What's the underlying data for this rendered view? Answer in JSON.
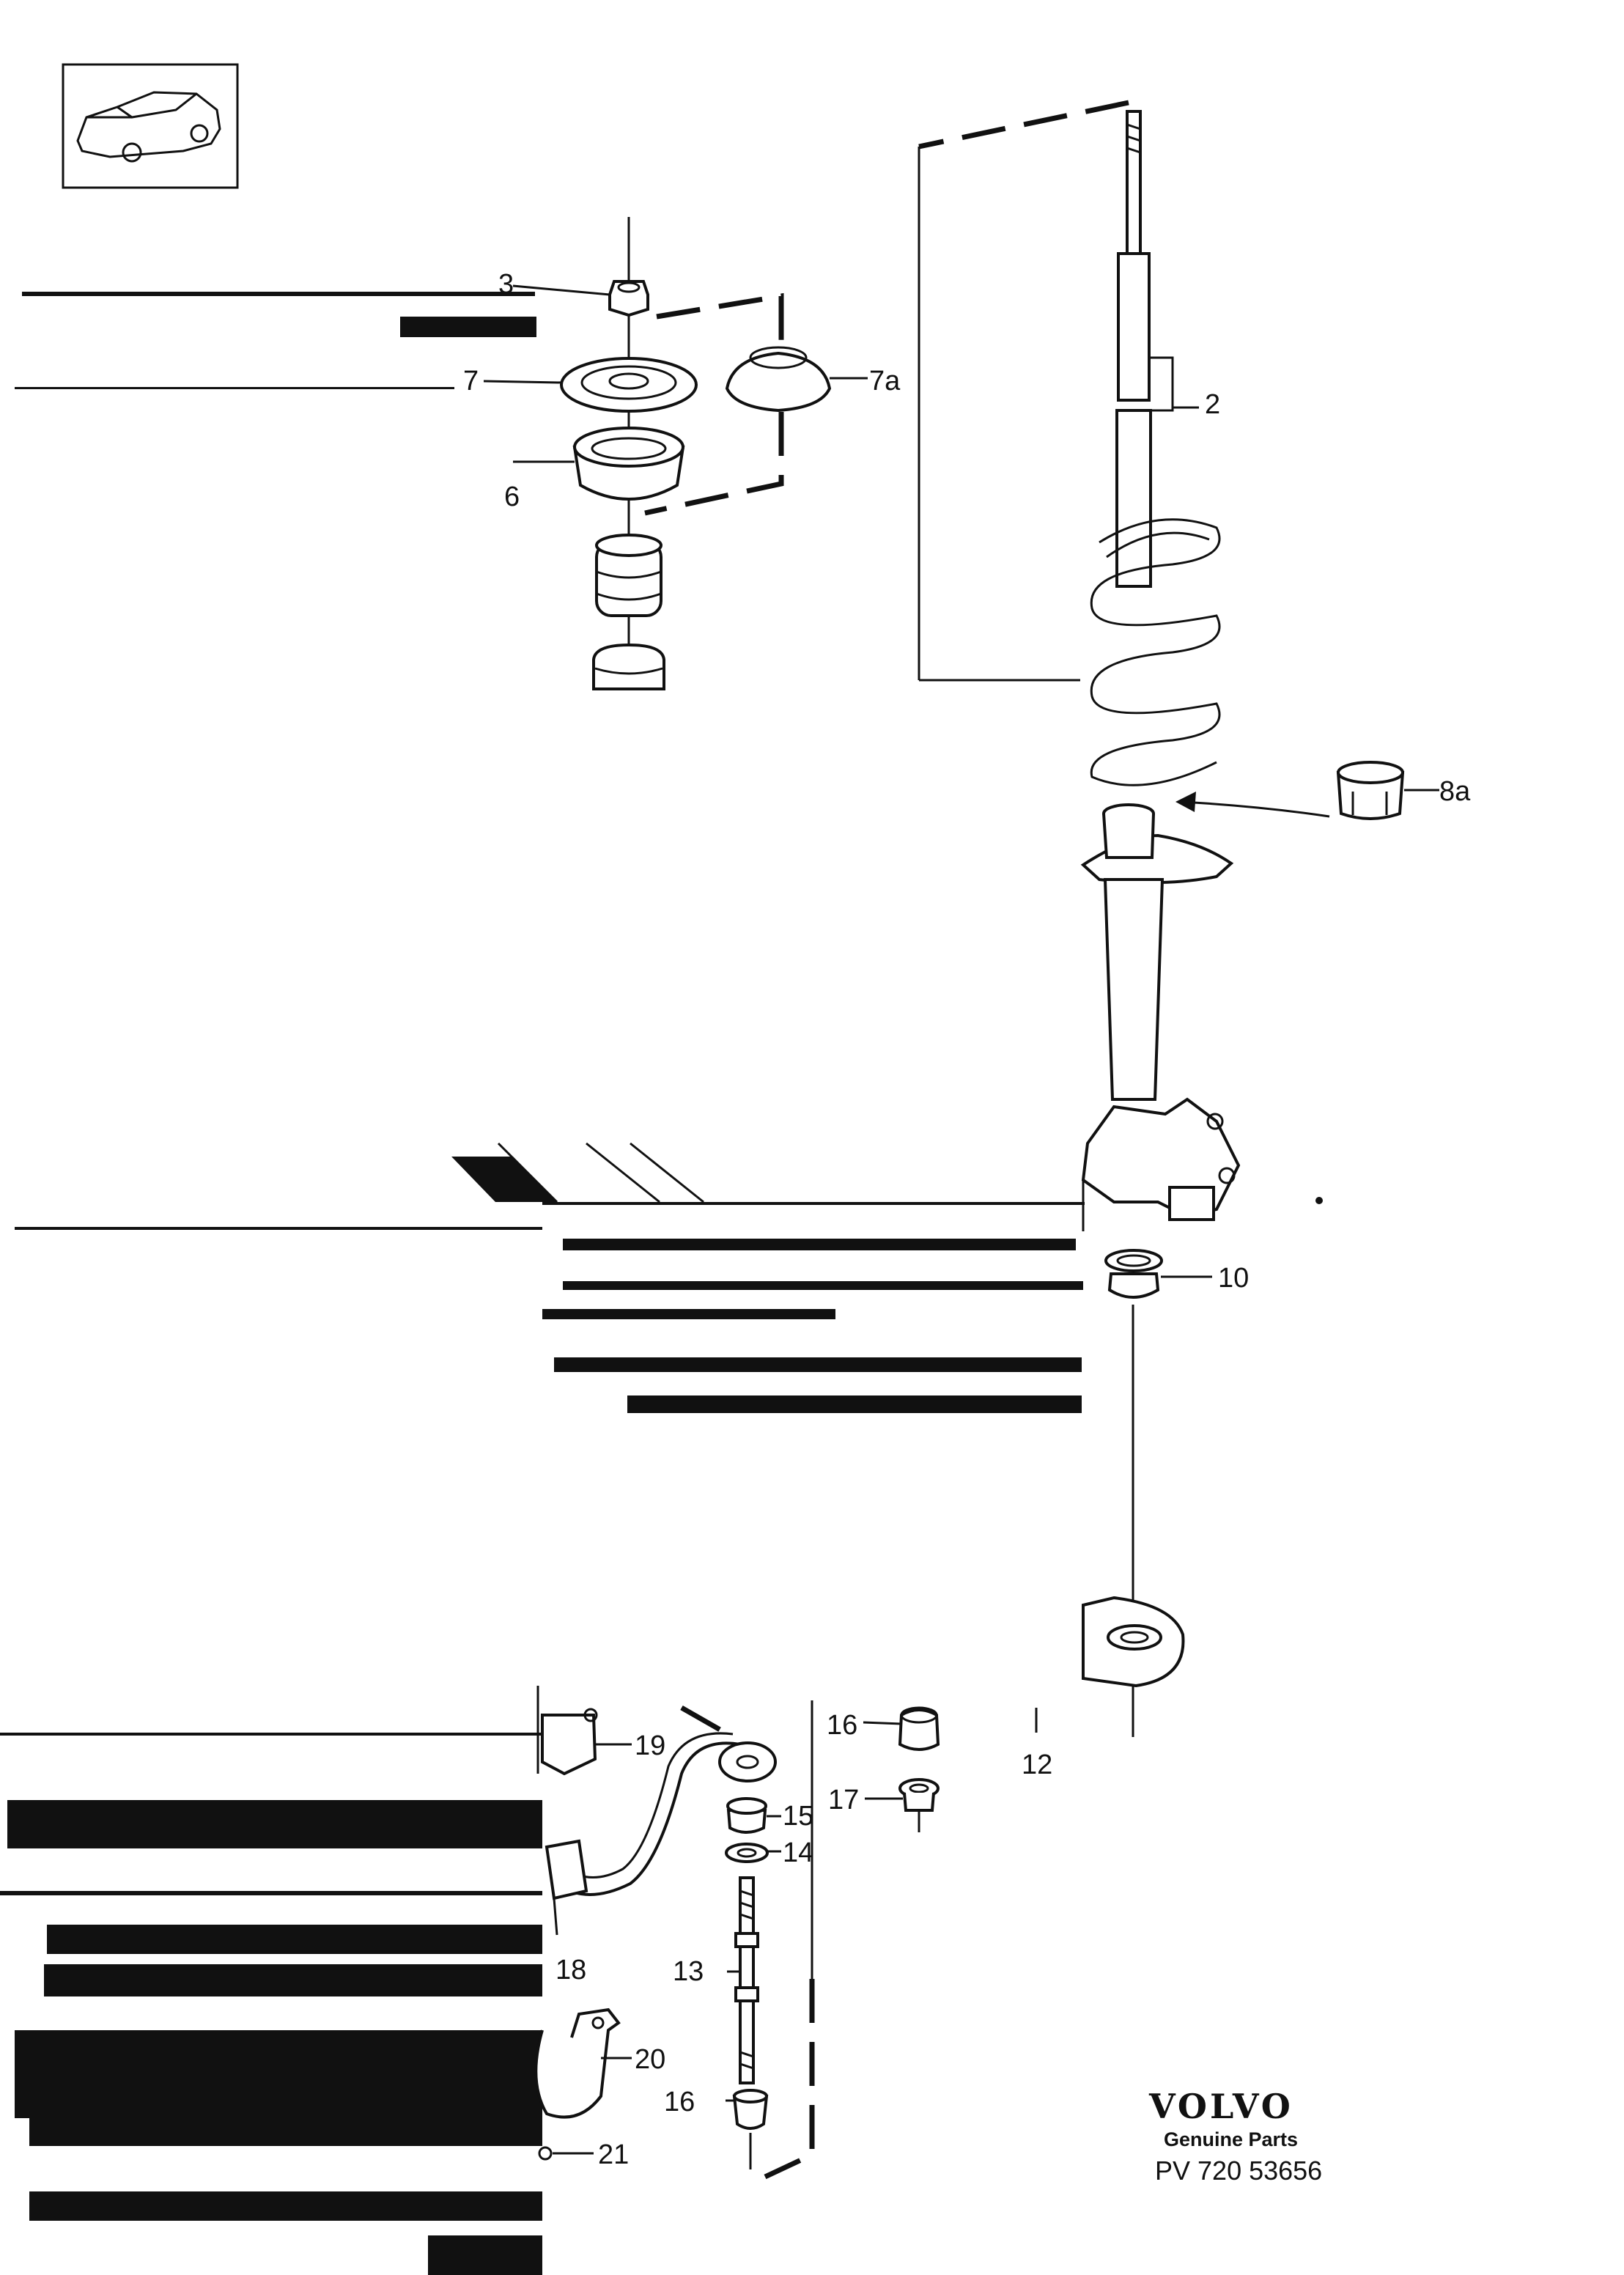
{
  "callouts": {
    "c2": "2",
    "c3": "3",
    "c6": "6",
    "c7": "7",
    "c7a": "7a",
    "c8a": "8a",
    "c10": "10",
    "c12": "12",
    "c13": "13",
    "c14": "14",
    "c15": "15",
    "c16a": "16",
    "c16b": "16",
    "c17": "17",
    "c18": "18",
    "c19": "19",
    "c20": "20",
    "c21": "21"
  },
  "brand": {
    "name": "VOLVO",
    "tagline": "Genuine Parts",
    "code": "PV 720 53656"
  },
  "icons": {
    "thumbnail": "car-sedan-icon"
  },
  "colors": {
    "ink": "#111111",
    "paper": "#ffffff"
  }
}
